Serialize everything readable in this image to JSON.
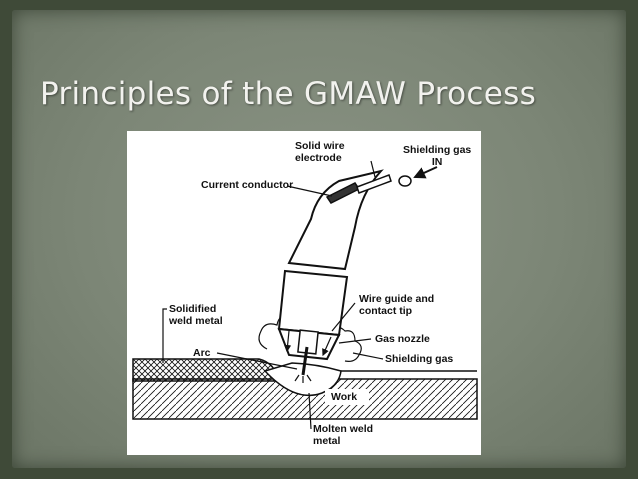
{
  "slide": {
    "title": "Principles of the GMAW Process"
  },
  "diagram": {
    "labels": {
      "solid_wire_electrode": "Solid wire\nelectrode",
      "shielding_gas_in": "Shielding gas\nIN",
      "current_conductor": "Current conductor",
      "wire_guide_contact_tip": "Wire guide and\ncontact tip",
      "solidified_weld_metal": "Solidified\nweld metal",
      "gas_nozzle": "Gas nozzle",
      "arc": "Arc",
      "shielding_gas": "Shielding gas",
      "work": "Work",
      "molten_weld_metal": "Molten weld\nmetal"
    }
  },
  "colors": {
    "background": "#7c8676",
    "frame": "#3f4a38",
    "title_text": "#f2f2ee",
    "diagram_ink": "#111111"
  }
}
